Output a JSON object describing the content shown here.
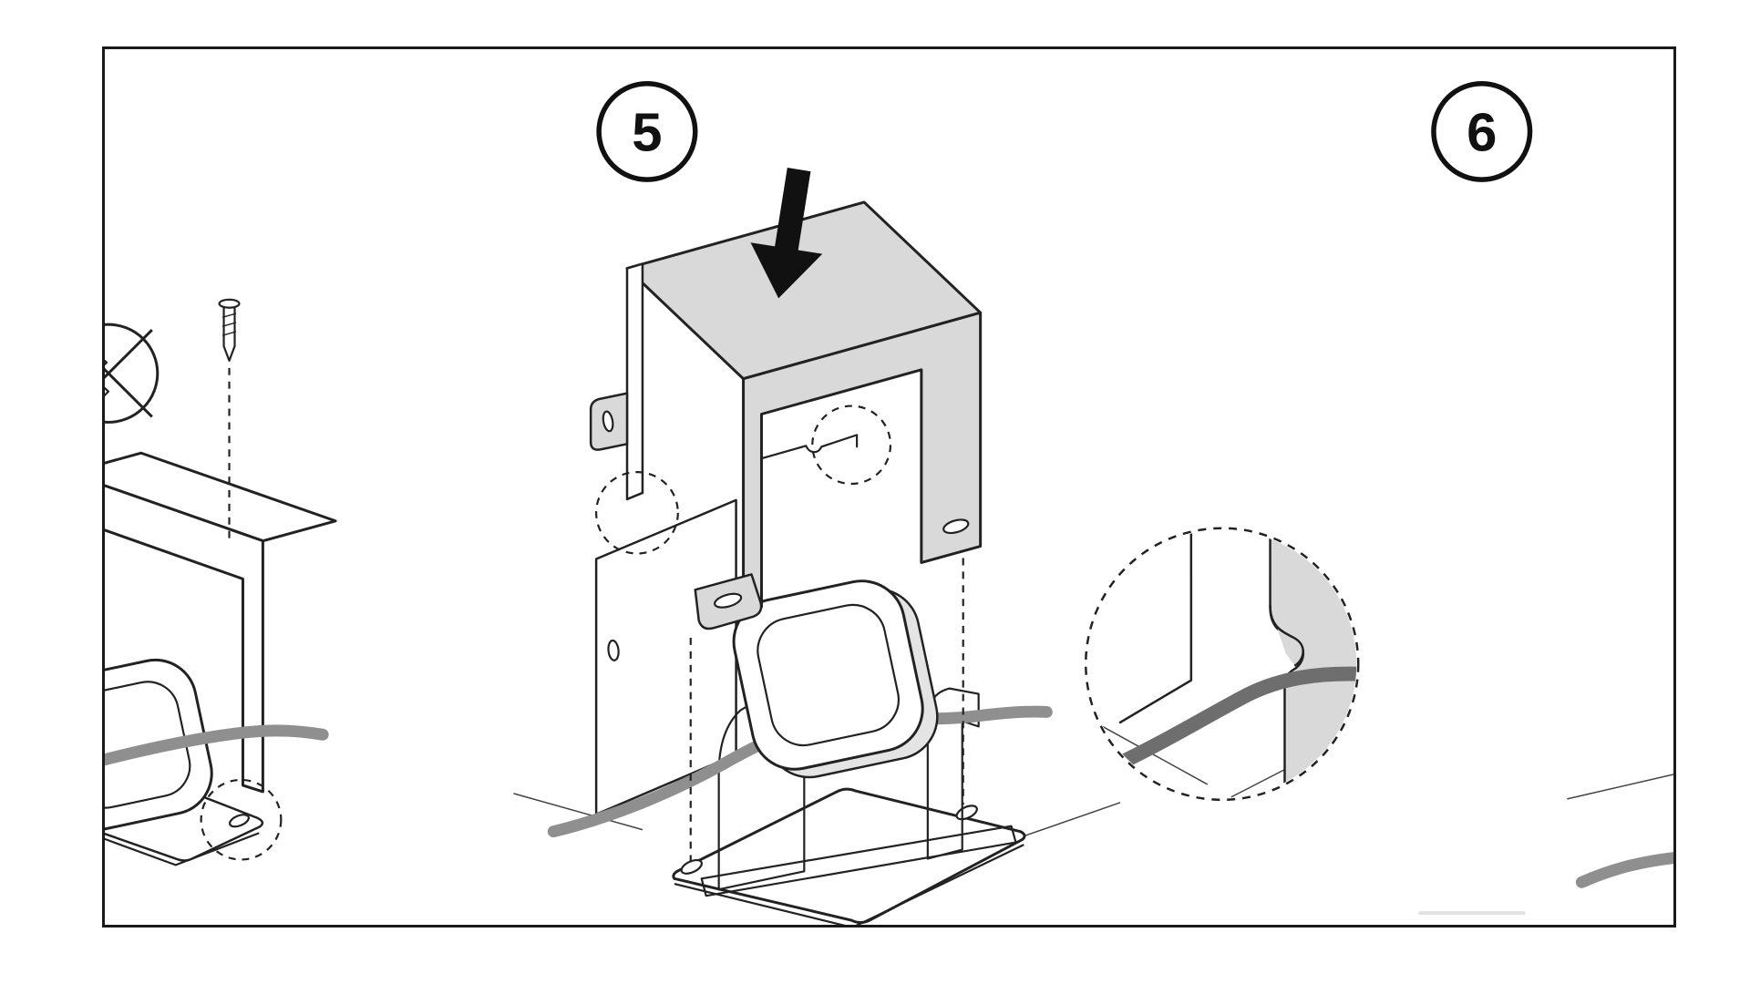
{
  "figure": {
    "kind": "assembly-instruction-diagram",
    "steps": [
      {
        "label": "5"
      },
      {
        "label": "6"
      }
    ]
  },
  "palette": {
    "background": "#ffffff",
    "panel_border": "#1a1a1a",
    "outline": "#222222",
    "metal_light": "#d9d9d9",
    "device_side": "#e4e4e4",
    "bracket_dark": "#474747",
    "cable": "#8f8f8f",
    "cable_detail": "#6e6e6e"
  },
  "icons": [
    "down-arrow-icon",
    "screw-icon",
    "crossed-out-icon",
    "step-5-badge",
    "step-6-badge",
    "notch-highlight-circle",
    "detail-magnifier-circle"
  ]
}
